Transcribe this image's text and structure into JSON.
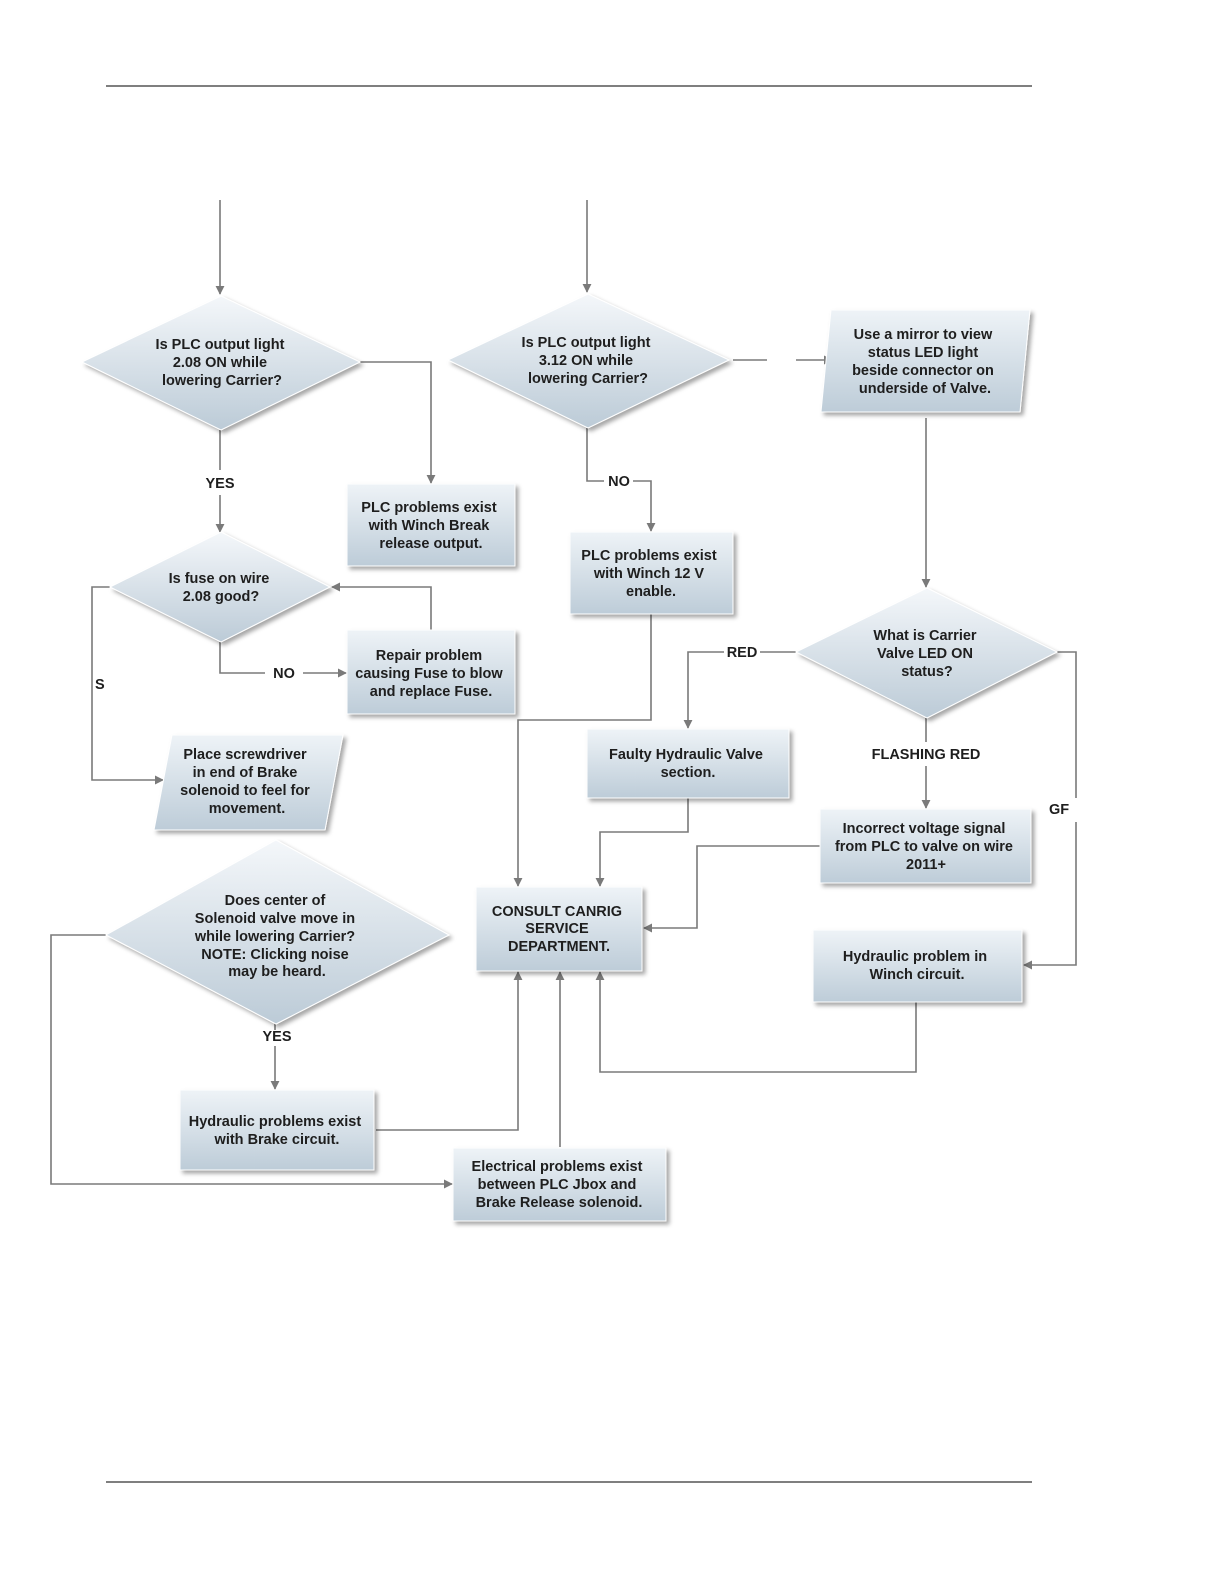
{
  "flowchart": {
    "nodes": {
      "q_plc_208": [
        "Is PLC output light",
        "2.08 ON while",
        "lowering Carrier?"
      ],
      "q_plc_312": [
        "Is PLC output light",
        "3.12 ON while",
        "lowering Carrier?"
      ],
      "mirror_view": [
        "Use a mirror to view",
        "status LED light",
        "beside connector on",
        "underside of Valve."
      ],
      "plc_winch_break": [
        "PLC problems exist",
        "with Winch Break",
        "release output."
      ],
      "plc_winch_12v": [
        "PLC problems exist",
        "with Winch 12 V",
        "enable."
      ],
      "q_fuse": [
        "Is fuse on wire",
        "2.08 good?"
      ],
      "repair_fuse": [
        "Repair problem",
        "causing Fuse to blow",
        "and replace Fuse."
      ],
      "q_led_status": [
        "What is Carrier",
        "Valve LED ON",
        "status?"
      ],
      "faulty_valve": [
        "Faulty Hydraulic Valve",
        "section."
      ],
      "screwdriver": [
        "Place screwdriver",
        "in end of Brake",
        "solenoid to feel for",
        "movement."
      ],
      "incorrect_voltage": [
        "Incorrect voltage signal",
        "from PLC to valve on wire",
        "2011+"
      ],
      "consult": [
        "CONSULT CANRIG",
        "SERVICE",
        "DEPARTMENT."
      ],
      "q_solenoid": [
        "Does center of",
        "Solenoid valve move in",
        "while lowering Carrier?",
        "NOTE: Clicking noise",
        "may be heard."
      ],
      "hyd_winch": [
        "Hydraulic problem in",
        "Winch circuit."
      ],
      "hyd_brake": [
        "Hydraulic problems exist",
        "with Brake circuit."
      ],
      "electrical": [
        "Electrical problems exist",
        "between PLC Jbox and",
        "Brake Release solenoid."
      ]
    },
    "edge_labels": {
      "yes_1": "YES",
      "no_1": "NO",
      "no_2": "NO",
      "red": "RED",
      "flashing_red": "FLASHING RED",
      "yes_2": "YES",
      "cut_left": "S",
      "cut_right": "GF"
    }
  }
}
